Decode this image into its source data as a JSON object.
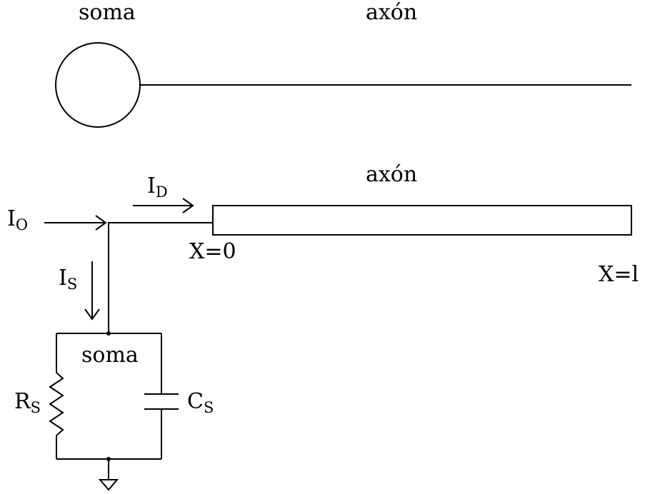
{
  "top": {
    "soma_label": "soma",
    "axon_label": "axón"
  },
  "circuit": {
    "axon_label": "axón",
    "i0": {
      "main": "I",
      "sub": "O"
    },
    "id": {
      "main": "I",
      "sub": "D"
    },
    "is": {
      "main": "I",
      "sub": "S"
    },
    "x0_label": "X=0",
    "xl_label": "X=l",
    "soma_label": "soma",
    "rs": {
      "main": "R",
      "sub": "S"
    },
    "cs": {
      "main": "C",
      "sub": "S"
    }
  },
  "colors": {
    "ink": "#000000",
    "background": "#ffffff"
  }
}
